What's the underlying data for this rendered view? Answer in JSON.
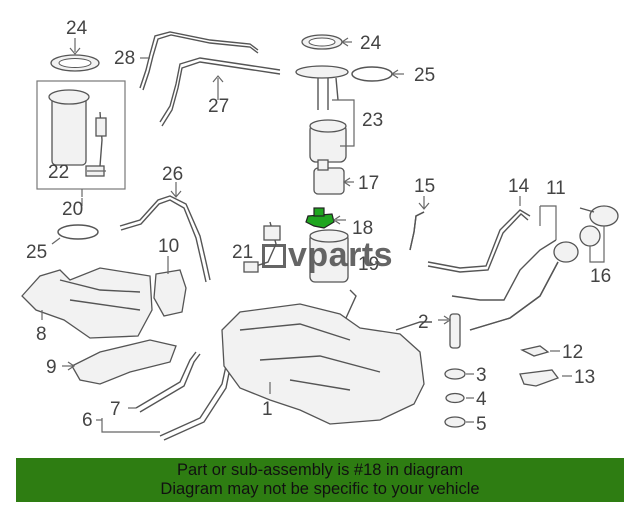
{
  "diagram": {
    "callouts": [
      "24",
      "28",
      "24",
      "25",
      "27",
      "23",
      "22",
      "17",
      "26",
      "15",
      "14",
      "11",
      "20",
      "18",
      "25",
      "10",
      "21",
      "19",
      "16",
      "8",
      "2",
      "12",
      "9",
      "3",
      "13",
      "4",
      "7",
      "1",
      "6",
      "5"
    ]
  },
  "highlight": {
    "part_number": "18",
    "color": "#1fa51f"
  },
  "watermark": {
    "text": "vparts"
  },
  "footer": {
    "line1": "Part or sub-assembly is #18 in diagram",
    "line2": "Diagram may not be specific to your vehicle",
    "background": "#2e7d12"
  }
}
